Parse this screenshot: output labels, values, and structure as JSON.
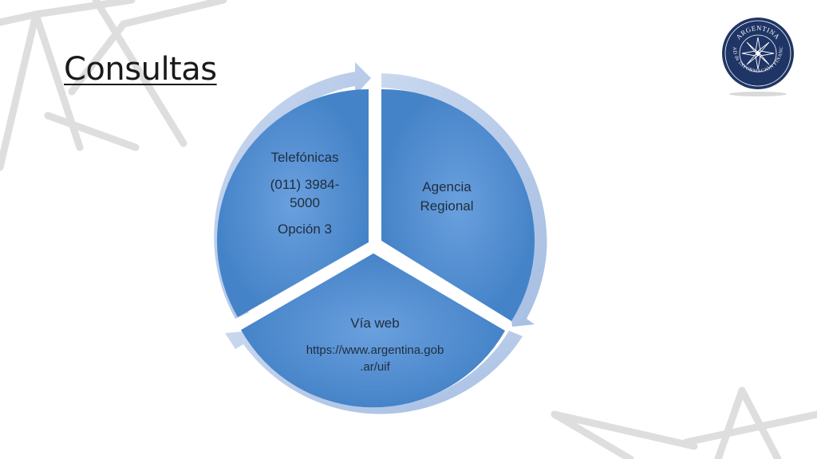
{
  "slide": {
    "title": "Consultas"
  },
  "cycle": {
    "segments": [
      {
        "id": "regional",
        "lines": [
          "Agencia",
          "Regional"
        ]
      },
      {
        "id": "web",
        "lines": [
          "Vía web",
          "https://www.argentina.gob",
          ".ar/uif"
        ]
      },
      {
        "id": "phone",
        "lines": [
          "Telefónicas",
          "(011) 3984-",
          "5000",
          "Opción 3"
        ]
      }
    ]
  },
  "seal": {
    "top_text": "ARGENTINA",
    "ring_text": "UNIDAD de INFORMACIÓN FINANCIERA"
  },
  "colors": {
    "segment_fill": "#5b93d3",
    "segment_fill_dark": "#3f7bc4",
    "arrow_ring": "#b8cce9",
    "seal_navy": "#1f3566",
    "decor_lines": "#dcdcdc"
  }
}
